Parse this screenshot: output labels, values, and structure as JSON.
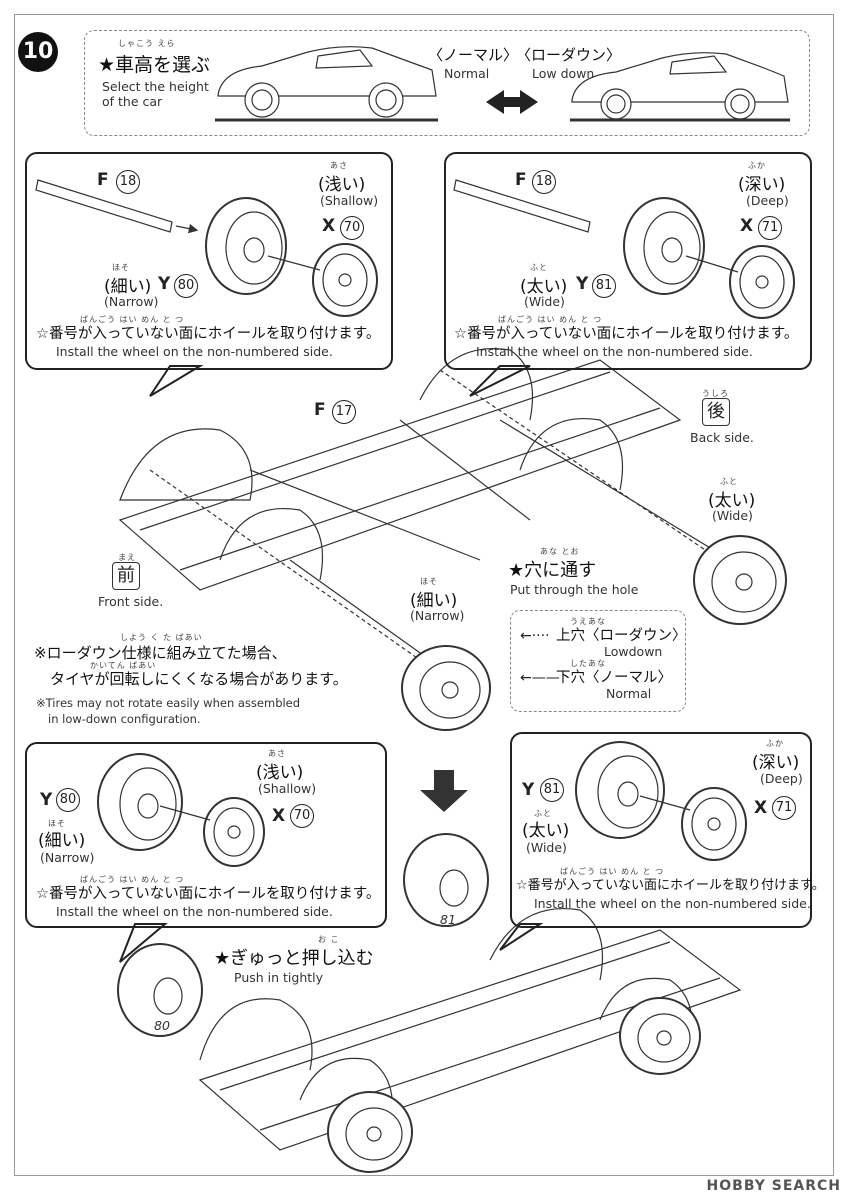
{
  "step_number": "10",
  "height_select": {
    "ruby": "しゃこう えら",
    "title_jp": "★車高を選ぶ",
    "title_en_line1": "Select the height",
    "title_en_line2": "of the car",
    "normal_jp": "〈ノーマル〉",
    "normal_en": "Normal",
    "lowdown_jp": "〈ローダウン〉",
    "lowdown_en": "Low down"
  },
  "callout_shallow_top": {
    "part_f": "F",
    "part_f_num": "18",
    "shallow_ruby": "あさ",
    "shallow_jp": "(浅い)",
    "shallow_en": "(Shallow)",
    "part_x": "X",
    "part_x_num": "70",
    "narrow_ruby": "ほそ",
    "narrow_jp": "(細い)",
    "narrow_en": "(Narrow)",
    "part_y": "Y",
    "part_y_num": "80",
    "note_ruby": "ばんごう はい めん と つ",
    "note_jp": "☆番号が入っていない面にホイールを取り付けます。",
    "note_en": "Install the wheel on the non-numbered side."
  },
  "callout_deep_top": {
    "part_f": "F",
    "part_f_num": "18",
    "deep_ruby": "ふか",
    "deep_jp": "(深い)",
    "deep_en": "(Deep)",
    "part_x": "X",
    "part_x_num": "71",
    "wide_ruby": "ふと",
    "wide_jp": "(太い)",
    "wide_en": "(Wide)",
    "part_y": "Y",
    "part_y_num": "81",
    "note_ruby": "ばんごう はい めん と つ",
    "note_jp": "☆番号が入っていない面にホイールを取り付けます。",
    "note_en": "Install the wheel on the non-numbered side."
  },
  "chassis": {
    "part_f": "F",
    "part_f_num": "17",
    "back_ruby": "うしろ",
    "back_kanji": "後",
    "back_en": "Back side.",
    "front_ruby": "まえ",
    "front_kanji": "前",
    "front_en": "Front side.",
    "wide_ruby": "ふと",
    "wide_jp": "(太い)",
    "wide_en": "(Wide)",
    "narrow_ruby": "ほそ",
    "narrow_jp": "(細い)",
    "narrow_en": "(Narrow)",
    "hole_ruby": "あな とお",
    "hole_jp": "★穴に通す",
    "hole_en": "Put through the hole"
  },
  "legend": {
    "upper_ruby": "うえあな",
    "upper_jp": "上穴〈ローダウン〉",
    "upper_en": "Lowdown",
    "lower_ruby": "したあな",
    "lower_jp": "下穴〈ノーマル〉",
    "lower_en": "Normal"
  },
  "warning": {
    "ruby1": "しよう く た ばあい",
    "line1_jp": "※ローダウン仕様に組み立てた場合、",
    "ruby2": "かいてん ばあい",
    "line2_jp": "タイヤが回転しにくくなる場合があります。",
    "line1_en": "※Tires may not rotate easily when assembled",
    "line2_en": "in low-down configuration."
  },
  "callout_shallow_bottom": {
    "part_y": "Y",
    "part_y_num": "80",
    "narrow_ruby": "ほそ",
    "narrow_jp": "(細い)",
    "narrow_en": "(Narrow)",
    "shallow_ruby": "あさ",
    "shallow_jp": "(浅い)",
    "shallow_en": "(Shallow)",
    "part_x": "X",
    "part_x_num": "70",
    "note_ruby": "ばんごう はい めん と つ",
    "note_jp": "☆番号が入っていない面にホイールを取り付けます。",
    "note_en": "Install the wheel on the non-numbered side."
  },
  "callout_deep_bottom": {
    "part_y": "Y",
    "part_y_num": "81",
    "wide_ruby": "ふと",
    "wide_jp": "(太い)",
    "wide_en": "(Wide)",
    "deep_ruby": "ふか",
    "deep_jp": "(深い)",
    "deep_en": "(Deep)",
    "part_x": "X",
    "part_x_num": "71",
    "note_ruby": "ばんごう はい めん と つ",
    "note_jp": "☆番号が入っていない面にホイールを取り付けます。",
    "note_en": "Install the wheel on the non-numbered side."
  },
  "push": {
    "ruby": "お こ",
    "push_jp": "★ぎゅっと押し込む",
    "push_en": "Push in tightly",
    "tire_num_left": "80",
    "tire_num_right": "81"
  },
  "watermark": "HOBBY SEARCH"
}
